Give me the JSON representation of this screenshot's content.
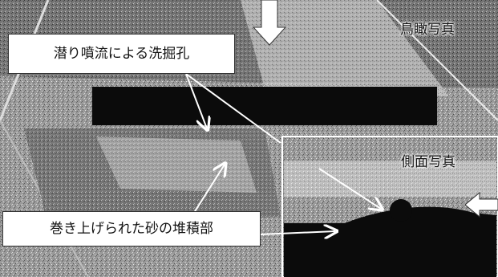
{
  "image": {
    "subject": "Photographs of a flume model with annotations",
    "labels": {
      "scour_hole": "潜り噴流による洗掘孔",
      "deposit": "巻き上げられた砂の堆積部",
      "birds_eye_photo": "鳥瞰写真",
      "side_photo": "側面写真"
    },
    "colors": {
      "background_gray": "#8e8e8e",
      "dark_block": "#0b0b0b",
      "arrow_white": "#ffffff",
      "label_border": "#333333"
    }
  }
}
